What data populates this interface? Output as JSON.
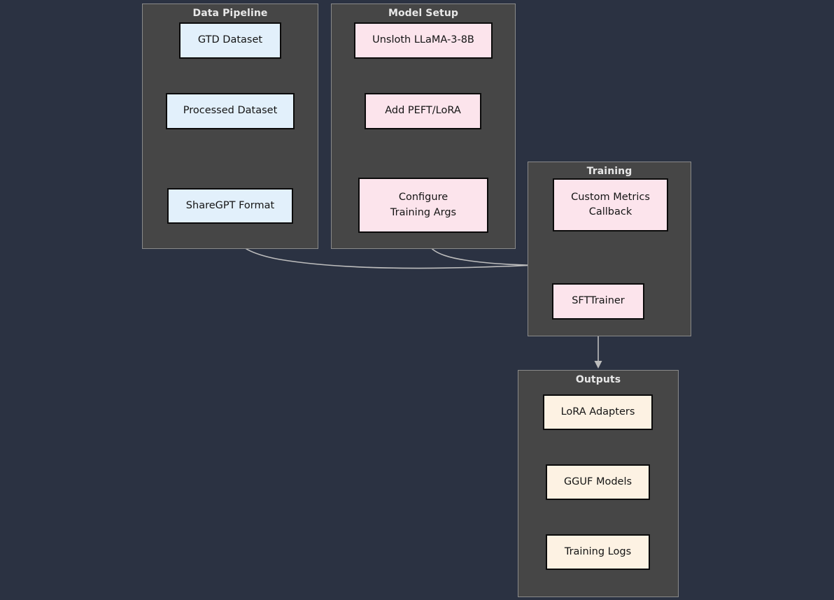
{
  "diagram": {
    "type": "flowchart",
    "background_color": "#2b3242",
    "cluster_color": "#464646",
    "edge_color": "#bdbdbd",
    "clusters": [
      {
        "id": "data-pipeline",
        "title": "Data Pipeline",
        "nodes": [
          {
            "id": "gtd-dataset",
            "label": "GTD Dataset",
            "fill": "#e2f0fb"
          },
          {
            "id": "processed-dataset",
            "label": "Processed Dataset",
            "fill": "#e2f0fb"
          },
          {
            "id": "sharegpt-format",
            "label": "ShareGPT Format",
            "fill": "#e2f0fb"
          }
        ]
      },
      {
        "id": "model-setup",
        "title": "Model Setup",
        "nodes": [
          {
            "id": "unsloth-llama",
            "label": "Unsloth LLaMA-3-8B",
            "fill": "#fce4ec"
          },
          {
            "id": "add-peft-lora",
            "label": "Add PEFT/LoRA",
            "fill": "#fce4ec"
          },
          {
            "id": "configure-training-args",
            "label": "Configure Training Args",
            "fill": "#fce4ec"
          }
        ]
      },
      {
        "id": "training",
        "title": "Training",
        "nodes": [
          {
            "id": "custom-metrics-callback",
            "label": "Custom Metrics Callback",
            "fill": "#fce4ec"
          },
          {
            "id": "sfttrainer",
            "label": "SFTTrainer",
            "fill": "#fce4ec"
          }
        ]
      },
      {
        "id": "outputs",
        "title": "Outputs",
        "nodes": [
          {
            "id": "lora-adapters",
            "label": "LoRA Adapters",
            "fill": "#fdf2e3"
          },
          {
            "id": "gguf-models",
            "label": "GGUF Models",
            "fill": "#fdf2e3"
          },
          {
            "id": "training-logs",
            "label": "Training Logs",
            "fill": "#fdf2e3"
          }
        ]
      }
    ],
    "edges": [
      {
        "from": "gtd-dataset",
        "to": "processed-dataset"
      },
      {
        "from": "processed-dataset",
        "to": "sharegpt-format"
      },
      {
        "from": "unsloth-llama",
        "to": "add-peft-lora"
      },
      {
        "from": "add-peft-lora",
        "to": "configure-training-args"
      },
      {
        "from": "sharegpt-format",
        "to": "sfttrainer"
      },
      {
        "from": "configure-training-args",
        "to": "sfttrainer"
      },
      {
        "from": "custom-metrics-callback",
        "to": "sfttrainer"
      },
      {
        "from": "sfttrainer",
        "to": "outputs"
      }
    ]
  }
}
